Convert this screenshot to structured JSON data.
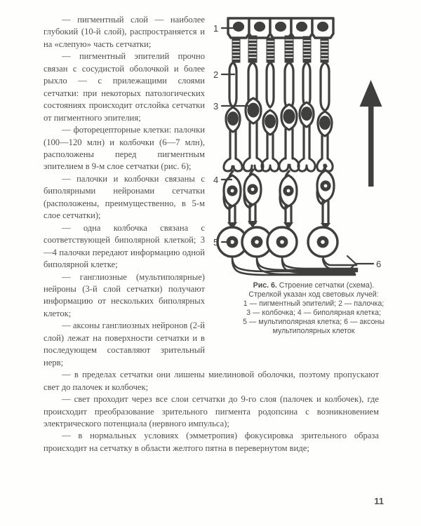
{
  "document": {
    "page_number": "11",
    "language": "ru"
  },
  "body": {
    "paragraphs": [
      "— пигментный слой — наиболее глубокий (10-й слой), распространяется и на «слепую» часть сетчатки;",
      "— пигментный эпителий прочно связан с сосудистой оболочкой и более рыхло — с прилежащими слоями сетчатки: при некоторых патологических состояниях происходит отслойка сетчатки от пигментного эпителия;",
      "— фоторецепторные клетки: палочки (100—120 млн) и колбочки (6—7 млн), расположены перед пигментным эпителием в 9-м слое сетчатки (рис. 6);",
      "— палочки и колбочки связаны с биполярными нейронами сетчатки (расположены, преимущественно, в 5-м слое сетчатки);",
      "— одна колбочка связана с соответствующей биполярной клеткой; 3—4 палочки передают информацию одной биполярной клетке;",
      "— ганглиозные (мультиполярные) нейроны (3-й слой сетчатки) получают информацию от нескольких биполярных клеток;",
      "— аксоны ганглиозных нейронов (2-й слой) лежат на поверхности сетчатки и в последующем составляют зрительный нерв;",
      "— в пределах сетчатки они лишены миелиновой оболочки, поэтому пропускают свет до палочек и колбочек;",
      "— свет проходит через все слои сетчатки до 9-го слоя (палочек и колбочек), где происходит преобразование зрительного пигмента родопсина с возникновением электрического потенциала (нервного импульса);",
      "— в нормальных условиях (эмметропия) фокусировка зрительного образа происходит на сетчатку в области желтого пятна в перевернутом виде;"
    ]
  },
  "figure": {
    "caption_lines": [
      "Рис. 6. Строение сетчатки (схема).",
      "Стрелкой указан ход световых лучей:",
      "1 — пигментный эпителий; 2 — палочка;",
      "3 — колбочка; 4 — биполярная клетка;",
      "5 — мультиполярная клетка; 6 — аксоны",
      "мультиполярных клеток"
    ],
    "caption_bold_prefix": "Рис. 6.",
    "caption_rest_first_line": " Строение сетчатки (схема).",
    "callouts": [
      {
        "id": "1",
        "label": "1",
        "target": "pigment-epithelium"
      },
      {
        "id": "2",
        "label": "2",
        "target": "rod"
      },
      {
        "id": "3",
        "label": "3",
        "target": "cone"
      },
      {
        "id": "4",
        "label": "4",
        "target": "bipolar-cell"
      },
      {
        "id": "5",
        "label": "5",
        "target": "multipolar-cell"
      },
      {
        "id": "6",
        "label": "6",
        "target": "axons"
      }
    ],
    "arrow": {
      "name": "light-ray-direction-arrow",
      "direction": "up"
    },
    "colors": {
      "ink": "#000000",
      "paper": "#ffffff"
    }
  }
}
